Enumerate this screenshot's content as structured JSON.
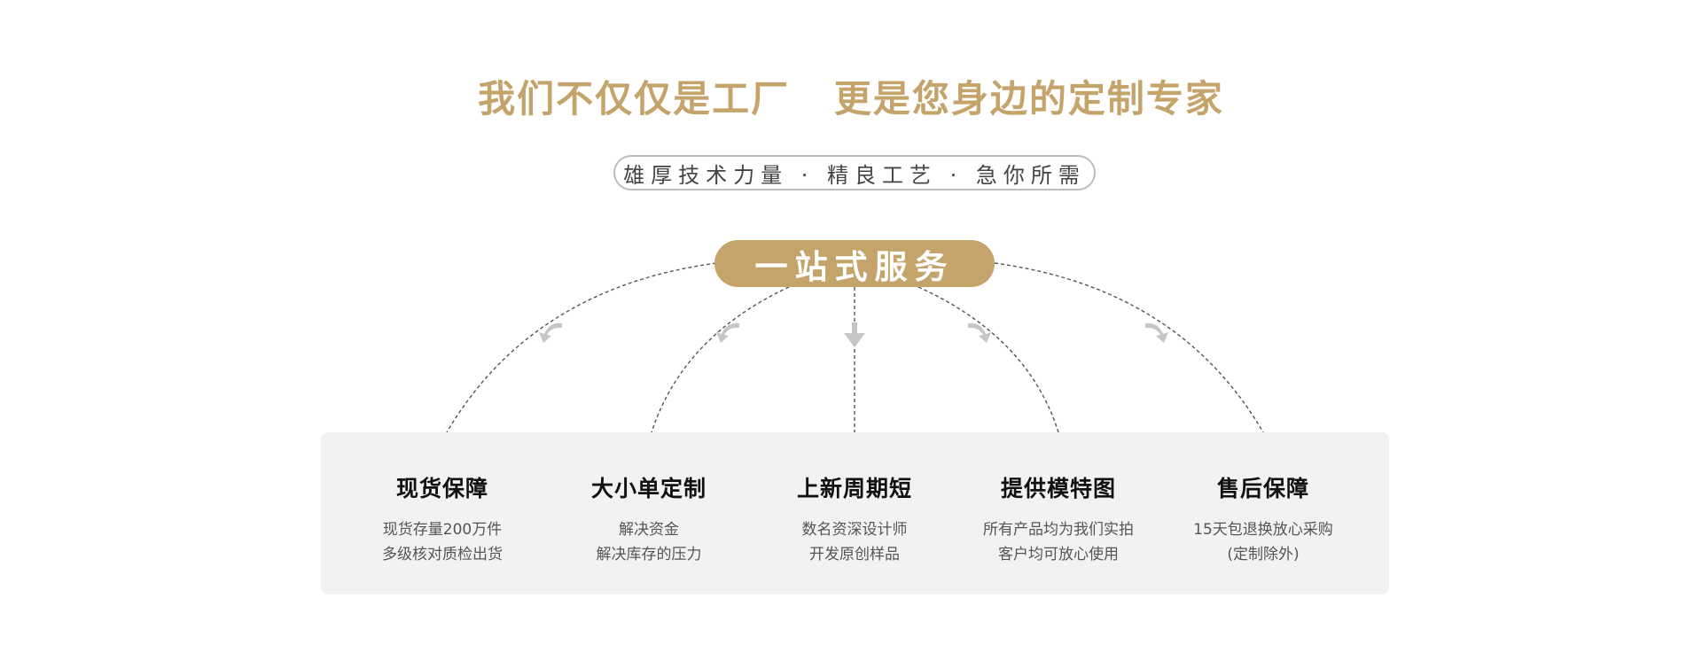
{
  "headline": "我们不仅仅是工厂   更是您身边的定制专家",
  "subtitle": "雄厚技术力量 · 精良工艺 · 急你所需",
  "service_label": "一站式服务",
  "colors": {
    "accent": "#c4a46a",
    "panel": "#f2f2f4",
    "arrow": "#c6c6c6",
    "pill_border": "#bdbdbd"
  },
  "features": [
    {
      "title": "现货保障",
      "lines": [
        "现货存量200万件",
        "多级核对质检出货"
      ]
    },
    {
      "title": "大小单定制",
      "lines": [
        "解决资金",
        "解决库存的压力"
      ]
    },
    {
      "title": "上新周期短",
      "lines": [
        "数名资深设计师",
        "开发原创样品"
      ]
    },
    {
      "title": "提供模特图",
      "lines": [
        "所有产品均为我们实拍",
        "客户均可放心使用"
      ]
    },
    {
      "title": "售后保障",
      "lines": [
        "15天包退换放心采购",
        "(定制除外)"
      ]
    }
  ]
}
